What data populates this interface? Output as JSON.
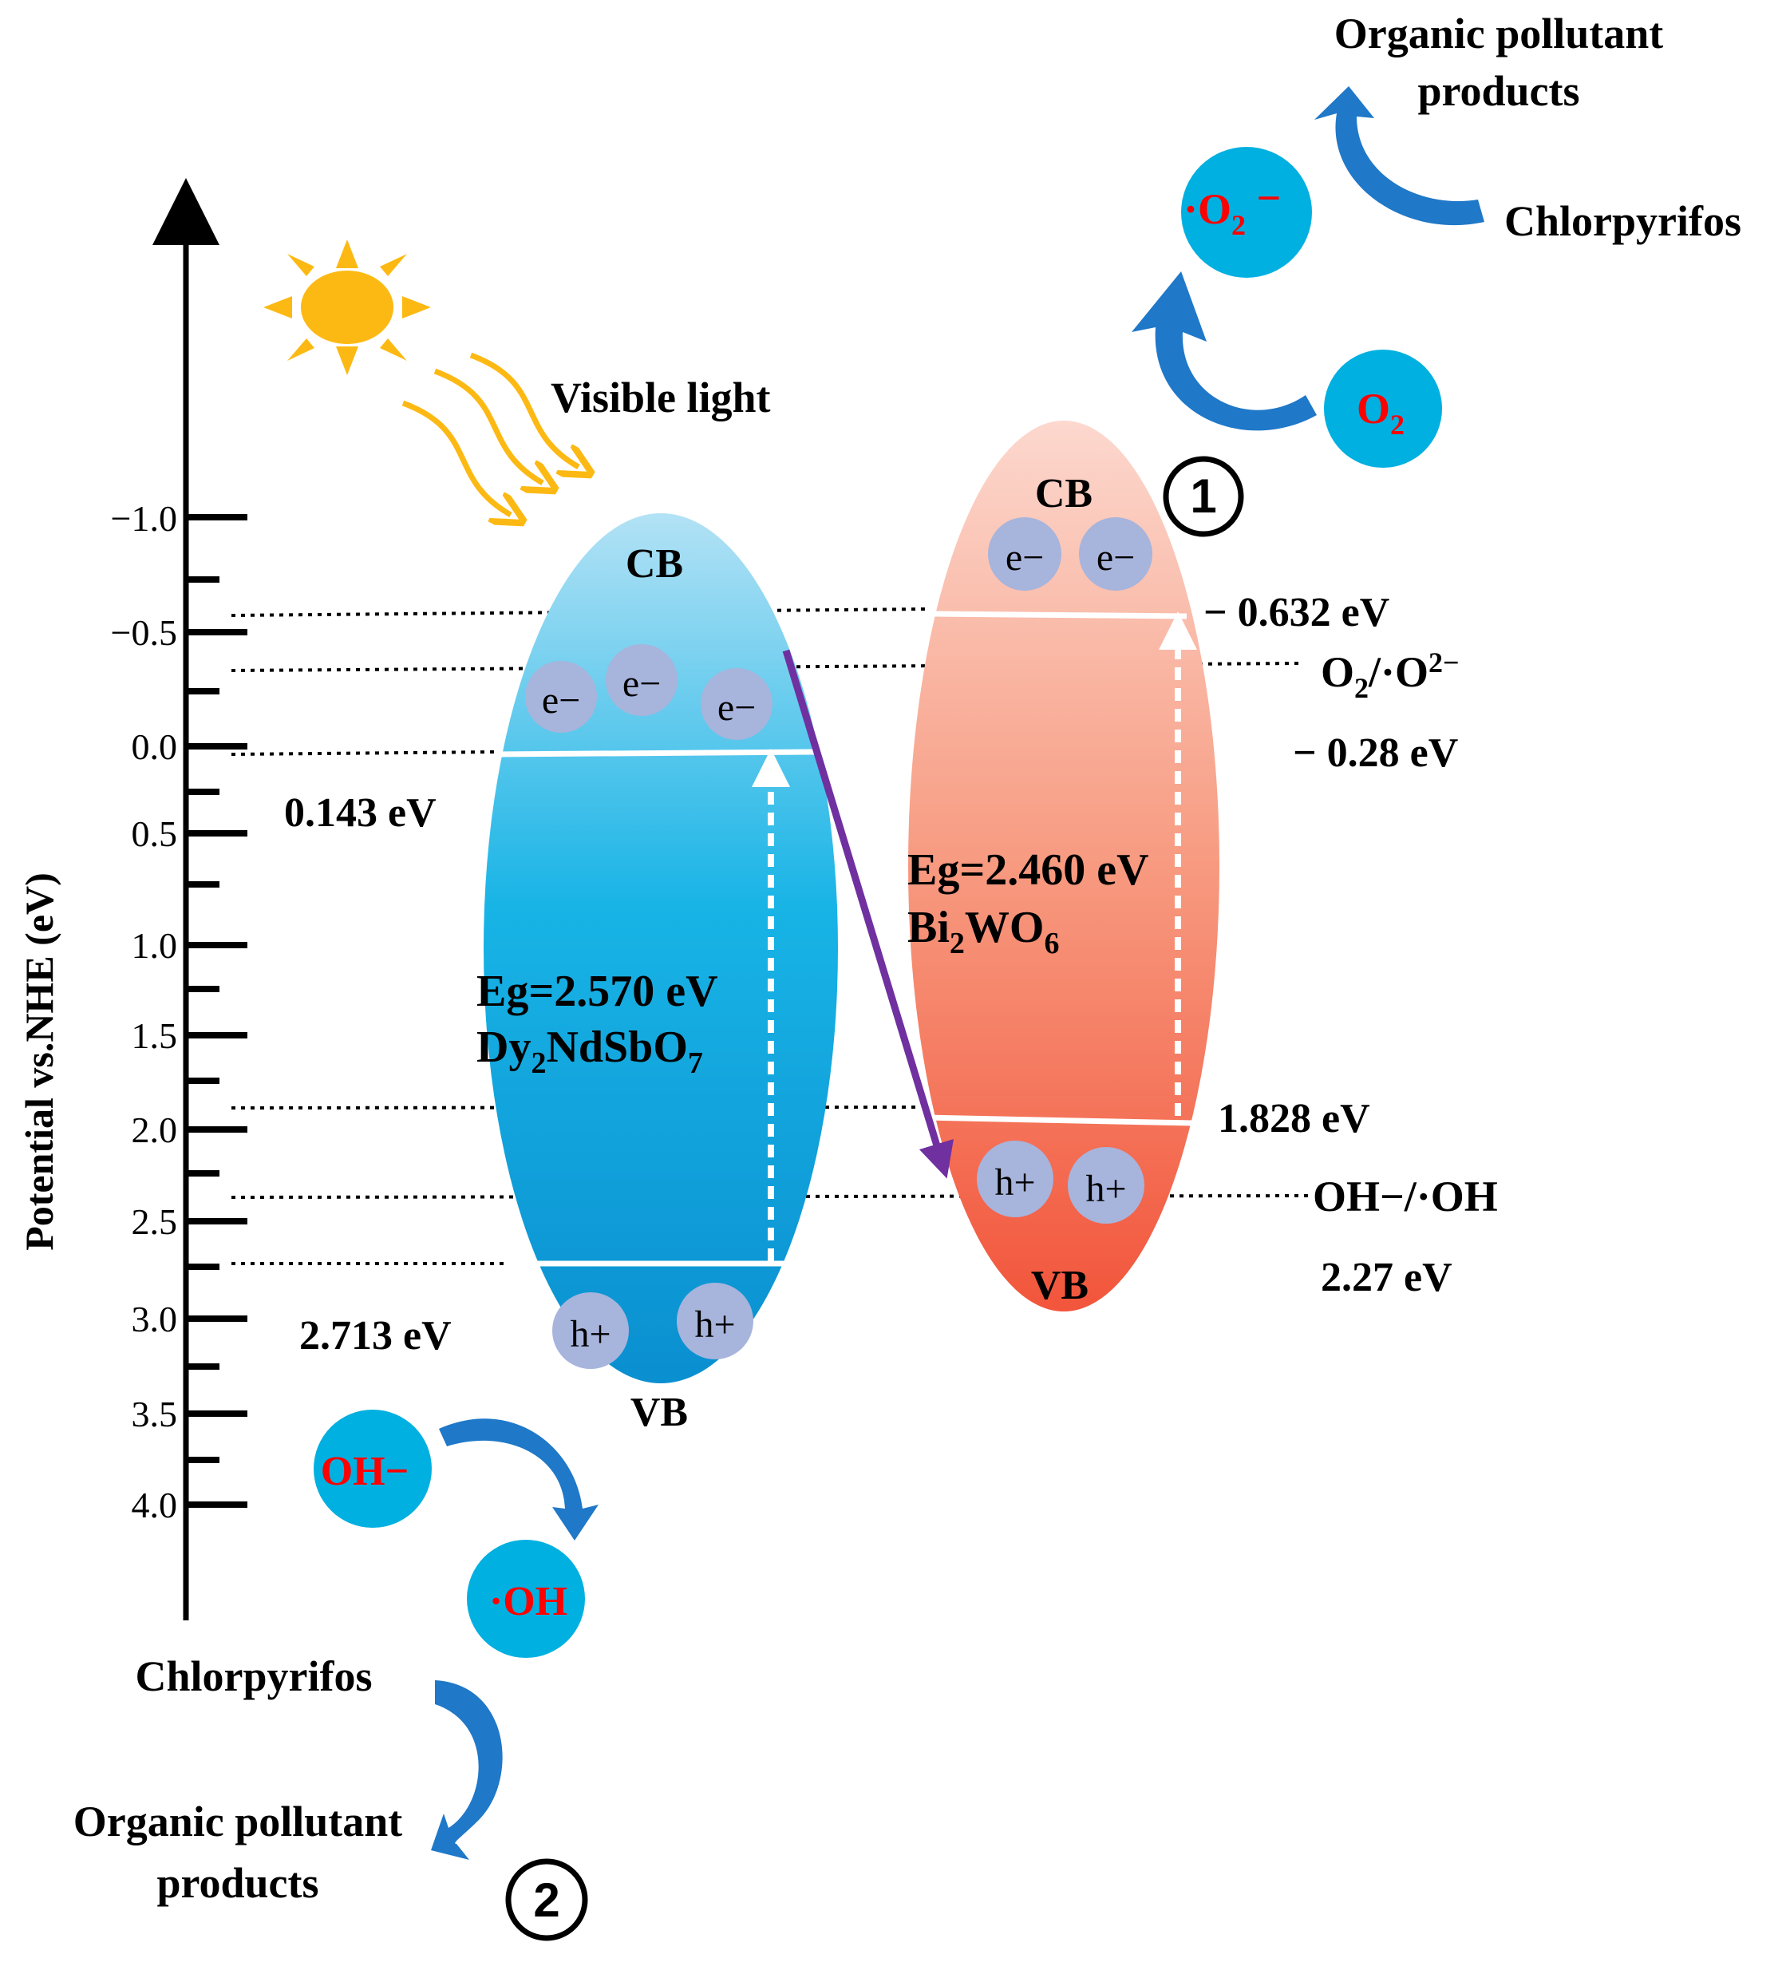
{
  "axis": {
    "label": "Potential  vs.NHE  (eV)",
    "ticks": [
      "−1.0",
      "−0.5",
      "0.0",
      "0.5",
      "1.0",
      "1.5",
      "2.0",
      "2.5",
      "3.0",
      "3.5",
      "4.0"
    ]
  },
  "light": {
    "label": "Visible light"
  },
  "left_semiconductor": {
    "cb_label": "CB",
    "vb_label": "VB",
    "eg": "Eg=2.570 eV",
    "name_parts": [
      "Dy",
      "2",
      "NdSbO",
      "7"
    ],
    "cb_energy": "0.143 eV",
    "vb_energy": "2.713 eV",
    "electron": "e−",
    "hole": "h+",
    "fill_top": "#b3e2f5",
    "fill_bottom": "#0a8fd0"
  },
  "right_semiconductor": {
    "cb_label": "CB",
    "vb_label": "VB",
    "eg": "Eg=2.460 eV",
    "name_parts": [
      "Bi",
      "2",
      "WO",
      "6"
    ],
    "cb_energy": "− 0.632 eV",
    "vb_energy": "1.828 eV",
    "electron": "e−",
    "hole": "h+",
    "fill_top": "#fbd3c8",
    "fill_bottom": "#f2553b"
  },
  "redox": {
    "o2_couple_parts": [
      "O",
      "2",
      "/·O",
      "2−"
    ],
    "o2_potential": "− 0.28 eV",
    "oh_couple": "OH−/·OH",
    "oh_potential": "2.27 eV"
  },
  "pathway1": {
    "marker": "1",
    "reactant_parts": [
      "O",
      "2"
    ],
    "radical_parts": [
      "·O",
      "2",
      " −"
    ],
    "substrate": "Chlorpyrifos",
    "products_line1": "Organic pollutant",
    "products_line2": "products"
  },
  "pathway2": {
    "marker": "2",
    "reactant": "OH−",
    "radical": "·OH",
    "substrate": "Chlorpyrifos",
    "products_line1": "Organic pollutant",
    "products_line2": "products"
  },
  "colors": {
    "species_circle": "#00b0e0",
    "species_text": "#ff0000",
    "carrier_circle": "#a7b4dc",
    "arrow_blue": "#1f78c8",
    "transfer_arrow": "#7030a0",
    "sun": "#fdb913"
  }
}
